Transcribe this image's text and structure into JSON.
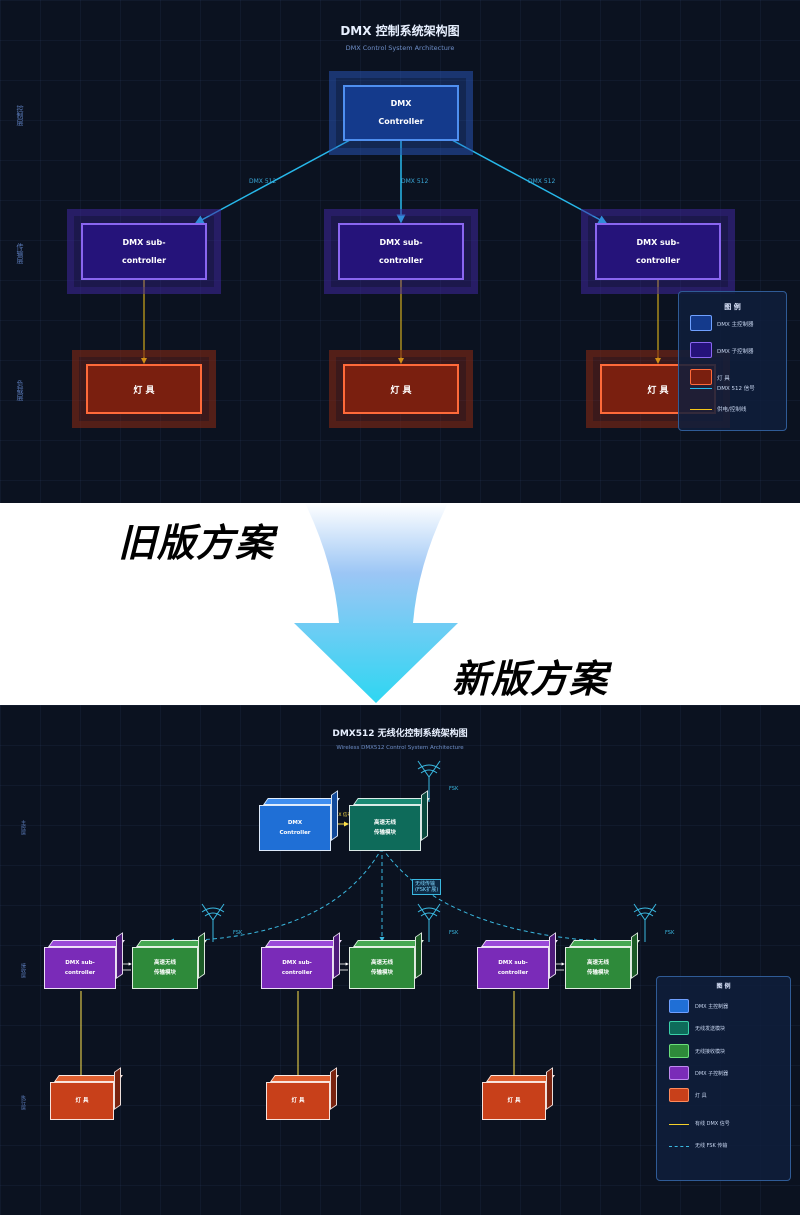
{
  "old": {
    "title": "DMX 控制系统架构图",
    "subtitle": "DMX Control System Architecture",
    "layers": [
      "控制层",
      "传输层",
      "负载层"
    ],
    "controller": "DMX\nController",
    "sub_controllers": [
      "DMX sub-\ncontroller",
      "DMX sub-\ncontroller",
      "DMX sub-\ncontroller"
    ],
    "lamps": [
      "灯 具",
      "灯 具",
      "灯 具"
    ],
    "signal_labels": [
      "DMX 512",
      "DMX 512",
      "DMX 512"
    ],
    "legend": {
      "title": "图 例",
      "items": [
        "DMX 主控制器",
        "DMX 子控制器",
        "灯 具",
        "DMX 512 信号",
        "供电/控制线"
      ]
    },
    "colors": {
      "controller": "#143a8c",
      "sub": "#25137a",
      "lamp": "#7a1f0f",
      "signal": "#27b8ea",
      "power": "#f5c518"
    }
  },
  "banner": {
    "old_label": "旧版方案",
    "new_label": "新版方案"
  },
  "new": {
    "title": "DMX512 无线化控制系统架构图",
    "subtitle": "Wireless DMX512 Control System Architecture",
    "layers": [
      "主控层",
      "接收层",
      "执行层"
    ],
    "controller": "DMX\nController",
    "tx_module": "高速无线\n传输模块",
    "dmx_signal_label": "DMX 信号",
    "rx_module": "高速无线\n传输模块",
    "sub_controllers": [
      "DMX sub-\ncontroller",
      "DMX sub-\ncontroller",
      "DMX sub-\ncontroller"
    ],
    "lamps": [
      "灯 具",
      "灯 具",
      "灯 具"
    ],
    "antenna_labels": [
      "FSK",
      "FSK",
      "FSK",
      "FSK"
    ],
    "wireless_label": "无线传输\n(FSK扩展)",
    "legend": {
      "title": "图 例",
      "items": [
        "DMX 主控制器",
        "无线发送模块",
        "无线接收模块",
        "DMX 子控制器",
        "灯 具",
        "有线 DMX 信号",
        "无线 FSK 传输"
      ]
    },
    "colors": {
      "controller": "#1f6fd6",
      "tx": "#0e6b5a",
      "rx": "#2e8a3a",
      "sub": "#7a2bb8",
      "lamp": "#c8401a",
      "wired": "#f5d02a",
      "wireless": "#3ab8e0"
    }
  }
}
